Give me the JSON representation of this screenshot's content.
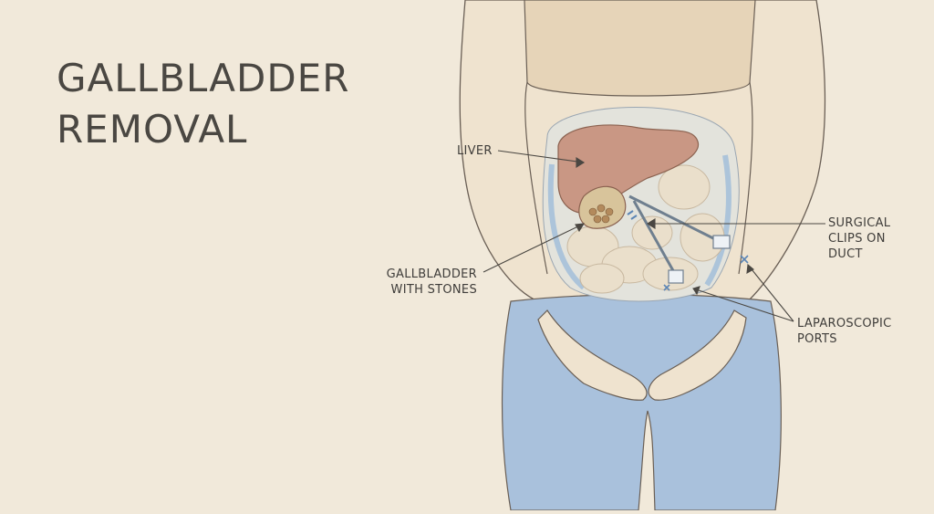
{
  "title": {
    "line1": "GALLBLADDER",
    "line2": "REMOVAL"
  },
  "labels": {
    "liver": "LIVER",
    "gallbladder_line1": "GALLBLADDER",
    "gallbladder_line2": "WITH STONES",
    "clips_line1": "SURGICAL",
    "clips_line2": "CLIPS ON",
    "clips_line3": "DUCT",
    "ports_line1": "LAPAROSCOPIC",
    "ports_line2": "PORTS"
  },
  "colors": {
    "background": "#f1e9da",
    "skin": "#eadbc4",
    "liver": "#c99784",
    "shorts": "#a9c1dc",
    "abdomen_cavity": "#dfe4e6",
    "outline": "#6a5f55"
  }
}
